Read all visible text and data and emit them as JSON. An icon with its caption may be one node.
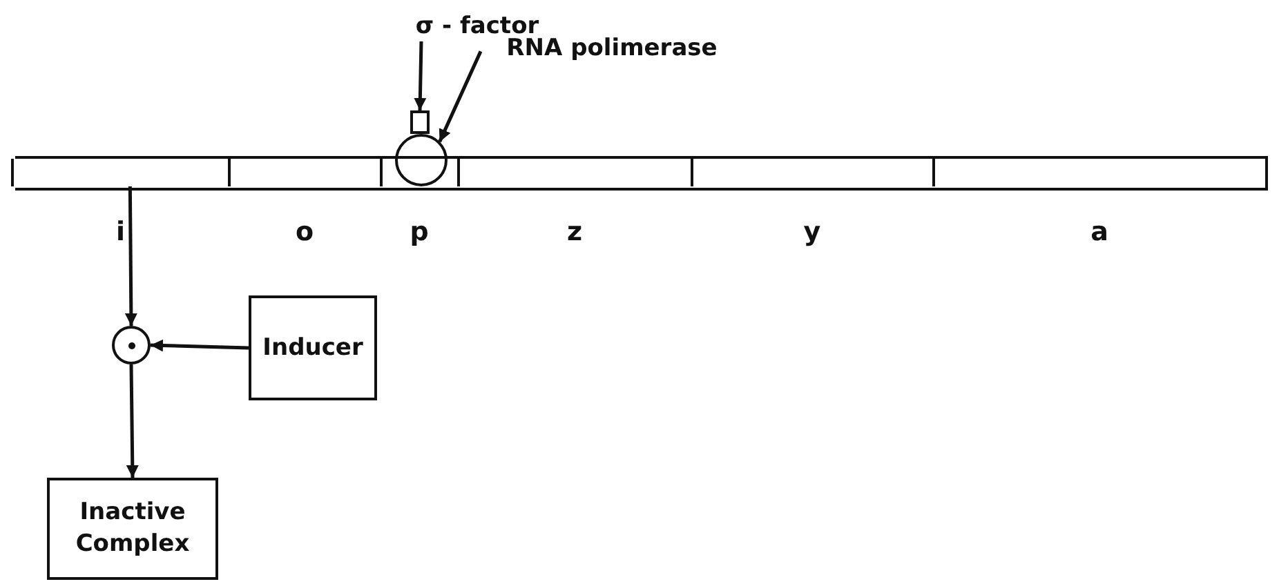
{
  "diagram": {
    "nodes": [
      {
        "text": [],
        "shape": "bar"
      },
      {
        "text": [],
        "shape": "box",
        "beside": [
          "i"
        ],
        "in": 0
      },
      {
        "text": [],
        "shape": "box",
        "beside": [
          "o"
        ],
        "in": 0
      },
      {
        "text": [],
        "shape": "box",
        "beside": [
          "p"
        ],
        "in": 0
      },
      {
        "text": [],
        "shape": "box",
        "beside": [
          "z"
        ],
        "in": 0
      },
      {
        "text": [],
        "shape": "box",
        "beside": [
          "y"
        ],
        "in": 0
      },
      {
        "text": [],
        "shape": "box",
        "beside": [
          "a"
        ],
        "in": 0
      },
      {
        "text": [
          "σ - factor"
        ]
      },
      {
        "text": [],
        "shape": "box"
      },
      {
        "text": [
          "RNA polimerase"
        ]
      },
      {
        "text": [],
        "shape": "circle"
      },
      {
        "text": [],
        "shape": "circle"
      },
      {
        "text": [
          "Inducer"
        ]
      },
      {
        "text": [
          "Inactive Complex"
        ]
      }
    ],
    "edges": [
      {
        "from": 7,
        "to": 8,
        "arrow": "to"
      },
      {
        "from": 9,
        "to": 10,
        "arrow": "to"
      },
      {
        "from": 1,
        "to": 11,
        "arrow": "to"
      },
      {
        "from": 12,
        "to": 11,
        "arrow": "to"
      },
      {
        "from": 11,
        "to": 13,
        "arrow": "to"
      }
    ]
  }
}
